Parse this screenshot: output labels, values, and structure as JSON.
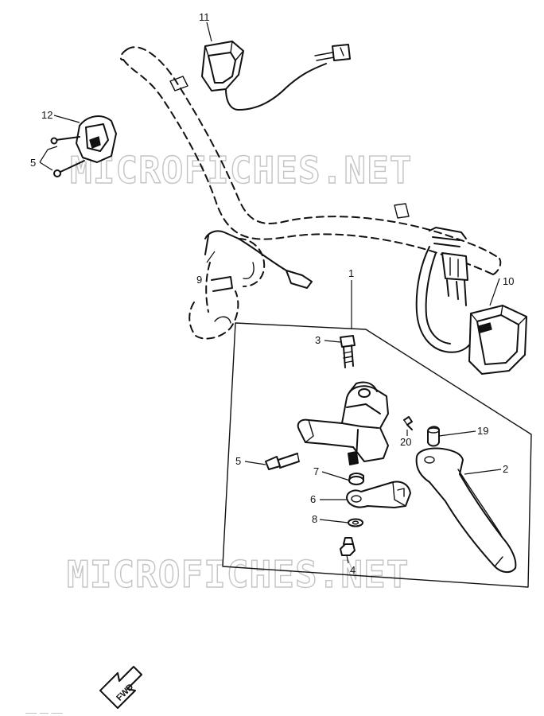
{
  "watermark": {
    "text": "MICROFICHES.NET"
  },
  "callouts": {
    "n1": "1",
    "n2": "2",
    "n3": "3",
    "n4": "4",
    "n5_left": "5",
    "n5_lever": "5",
    "n6": "6",
    "n7": "7",
    "n8": "8",
    "n9": "9",
    "n10": "10",
    "n11": "11",
    "n12": "12",
    "n19": "19",
    "n20": "20"
  },
  "direction_arrow": {
    "label": "FWD"
  },
  "footer": {
    "code": "____ ___ ____"
  }
}
